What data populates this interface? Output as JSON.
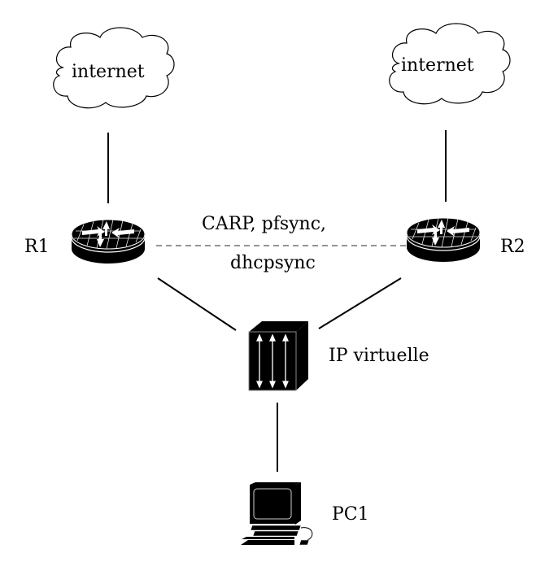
{
  "diagram": {
    "title": "",
    "nodes": [
      {
        "id": "internet-left",
        "type": "cloud",
        "label": "internet"
      },
      {
        "id": "internet-right",
        "type": "cloud",
        "label": "internet"
      },
      {
        "id": "r1",
        "type": "router",
        "label": "R1"
      },
      {
        "id": "r2",
        "type": "router",
        "label": "R2"
      },
      {
        "id": "switch",
        "type": "switch",
        "label": "IP virtuelle"
      },
      {
        "id": "pc1",
        "type": "workstation",
        "label": "PC1"
      }
    ],
    "edges": [
      {
        "from": "internet-left",
        "to": "r1",
        "style": "solid"
      },
      {
        "from": "internet-right",
        "to": "r2",
        "style": "solid"
      },
      {
        "from": "r1",
        "to": "r2",
        "style": "dashed",
        "label_top": "CARP, pfsync,",
        "label_bottom": "dhcpsync"
      },
      {
        "from": "r1",
        "to": "switch",
        "style": "solid"
      },
      {
        "from": "r2",
        "to": "switch",
        "style": "solid"
      },
      {
        "from": "switch",
        "to": "pc1",
        "style": "solid"
      }
    ]
  },
  "labels": {
    "cloud_left": "internet",
    "cloud_right": "internet",
    "r1": "R1",
    "r2": "R2",
    "link_top": "CARP, pfsync,",
    "link_bottom": "dhcpsync",
    "switch": "IP virtuelle",
    "pc": "PC1"
  }
}
